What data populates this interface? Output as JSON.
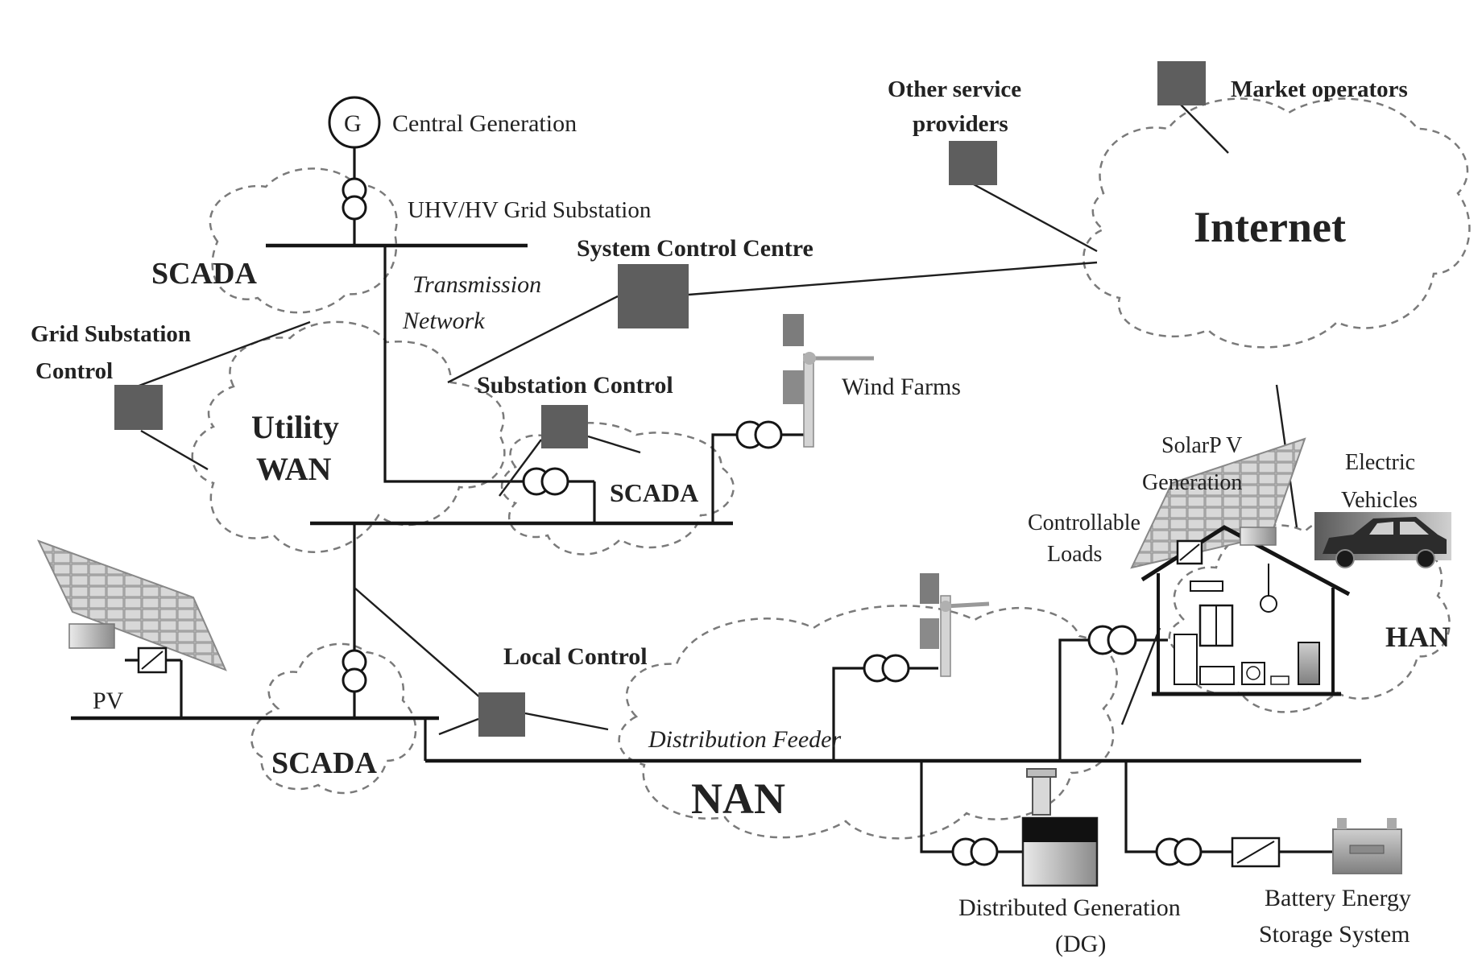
{
  "labels": {
    "central_generation": "Central Generation",
    "generator_symbol": "G",
    "grid_substation_hv": "UHV/HV Grid Substation",
    "scada_top": "SCADA",
    "scada_mid": "SCADA",
    "scada_bottom": "SCADA",
    "system_control_centre": "System Control Centre",
    "transmission_network_1": "Transmission",
    "transmission_network_2": "Network",
    "grid_substation_control_1": "Grid Substation",
    "grid_substation_control_2": "Control",
    "utility_wan_1": "Utility",
    "utility_wan_2": "WAN",
    "substation_control": "Substation Control",
    "wind_farms": "Wind Farms",
    "other_service_providers_1": "Other service",
    "other_service_providers_2": "providers",
    "market_operators": "Market operators",
    "internet": "Internet",
    "solar_pv_generation_1": "SolarP V",
    "solar_pv_generation_2": "Generation",
    "electric_vehicles_1": "Electric",
    "electric_vehicles_2": "Vehicles",
    "controllable_loads_1": "Controllable",
    "controllable_loads_2": "Loads",
    "han": "HAN",
    "pv": "PV",
    "local_control": "Local Control",
    "distribution_feeder": "Distribution Feeder",
    "nan": "NAN",
    "distributed_generation_1": "Distributed Generation",
    "distributed_generation_2": "(DG)",
    "battery_1": "Battery Energy",
    "battery_2": "Storage System"
  },
  "colors": {
    "node": "#5e5e5e",
    "cloud": "#7a7a7a",
    "line": "#151515"
  },
  "icons": {
    "generator": "generator-icon",
    "transformer": "transformer-icon",
    "wind_turbine": "wind-turbine-icon",
    "solar_panel": "solar-panel-icon",
    "house": "house-icon",
    "car": "car-icon",
    "battery": "battery-icon",
    "inverter": "inverter-icon"
  }
}
